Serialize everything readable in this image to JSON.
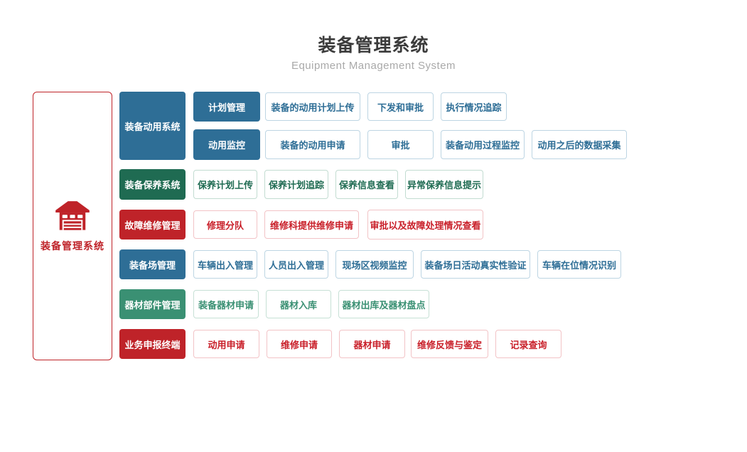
{
  "title": "装备管理系统",
  "subtitle": "Equipment Management System",
  "sidebar": {
    "label": "装备管理系统",
    "icon": "warehouse-icon"
  },
  "colors": {
    "blue": "#2e6e96",
    "dark_green": "#1f6b52",
    "red": "#bf2329",
    "green": "#3a9073",
    "title_text": "#3b3b3b",
    "subtitle_text": "#a9a9a9"
  },
  "groups": [
    {
      "name": "装备动用系统",
      "color": "blue",
      "subgroups": [
        {
          "name": "计划管理",
          "items": [
            "装备的动用计划上传",
            "下发和审批",
            "执行情况追踪"
          ]
        },
        {
          "name": "动用监控",
          "items": [
            "装备的动用申请",
            "审批",
            "装备动用过程监控",
            "动用之后的数据采集"
          ]
        }
      ]
    },
    {
      "name": "装备保养系统",
      "color": "dark_green",
      "items": [
        "保养计划上传",
        "保养计划追踪",
        "保养信息查看",
        "异常保养信息提示"
      ]
    },
    {
      "name": "故障维修管理",
      "color": "red",
      "items": [
        "修理分队",
        "维修科提供维修申请",
        "审批以及故障处理情况查看"
      ]
    },
    {
      "name": "装备场管理",
      "color": "blue",
      "items": [
        "车辆出入管理",
        "人员出入管理",
        "现场区视频监控",
        "装备场日活动真实性验证",
        "车辆在位情况识别"
      ]
    },
    {
      "name": "器材部件管理",
      "color": "green",
      "items": [
        "装备器材申请",
        "器材入库",
        "器材出库及器材盘点"
      ]
    },
    {
      "name": "业务申报终端",
      "color": "red",
      "items": [
        "动用申请",
        "维修申请",
        "器材申请",
        "维修反馈与鉴定",
        "记录查询"
      ]
    }
  ]
}
